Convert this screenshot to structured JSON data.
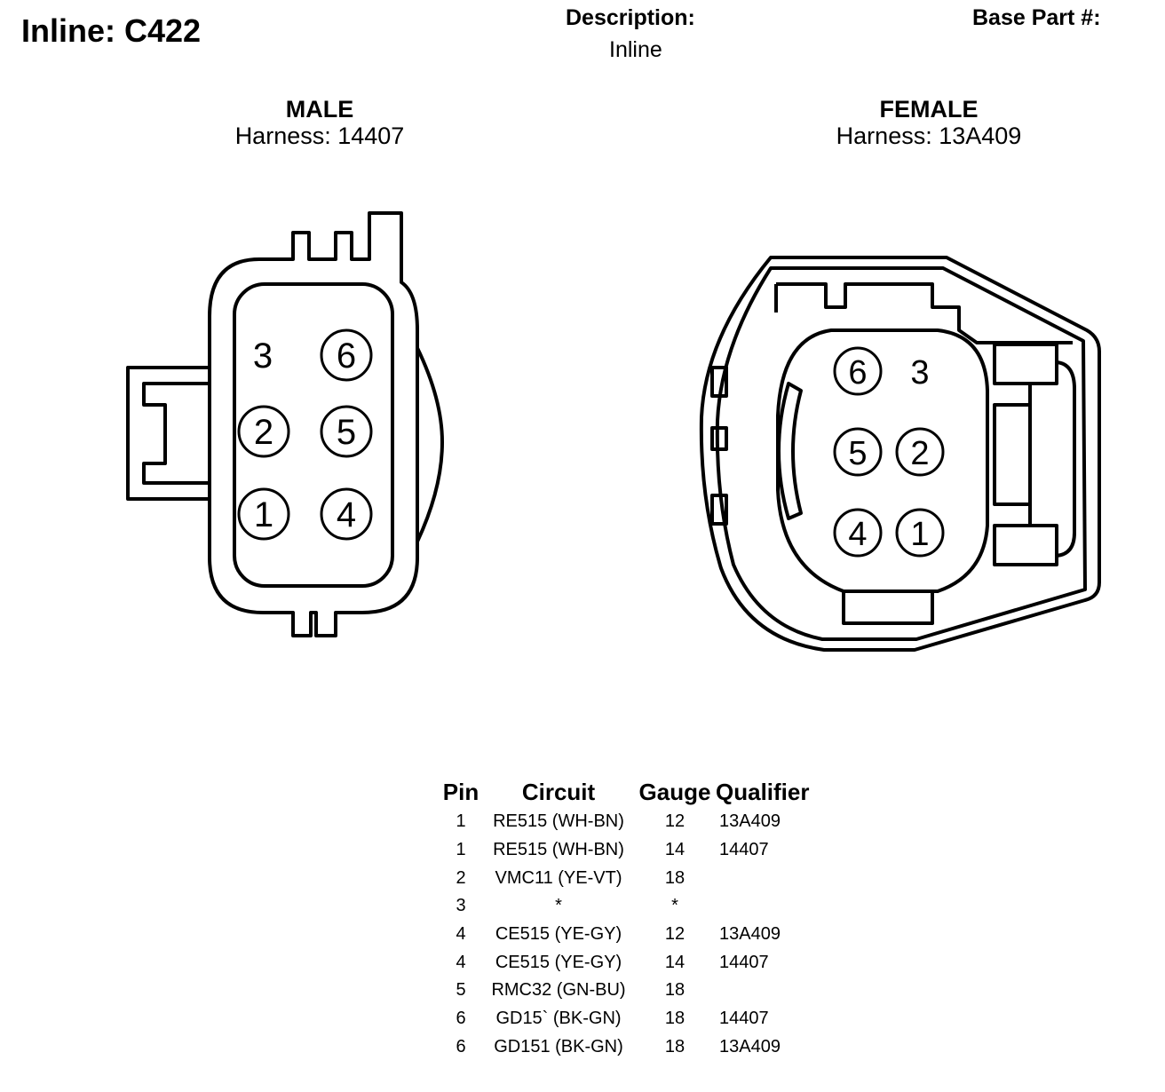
{
  "header": {
    "title": "Inline: C422",
    "description_label": "Description:",
    "description_value": "Inline",
    "base_part_label": "Base Part #:",
    "base_part_value": ""
  },
  "male": {
    "title": "MALE",
    "harness": "Harness: 14407",
    "pins": [
      "3",
      "6",
      "2",
      "5",
      "1",
      "4"
    ]
  },
  "female": {
    "title": "FEMALE",
    "harness": "Harness: 13A409",
    "pins": [
      "6",
      "3",
      "5",
      "2",
      "4",
      "1"
    ]
  },
  "table": {
    "headers": [
      "Pin",
      "Circuit",
      "Gauge",
      "Qualifier"
    ],
    "rows": [
      [
        "1",
        "RE515 (WH-BN)",
        "12",
        "13A409"
      ],
      [
        "1",
        "RE515 (WH-BN)",
        "14",
        "14407"
      ],
      [
        "2",
        "VMC11 (YE-VT)",
        "18",
        ""
      ],
      [
        "3",
        "*",
        "*",
        ""
      ],
      [
        "4",
        "CE515 (YE-GY)",
        "12",
        "13A409"
      ],
      [
        "4",
        "CE515 (YE-GY)",
        "14",
        "14407"
      ],
      [
        "5",
        "RMC32 (GN-BU)",
        "18",
        ""
      ],
      [
        "6",
        "GD15` (BK-GN)",
        "18",
        "14407"
      ],
      [
        "6",
        "GD151 (BK-GN)",
        "18",
        "13A409"
      ]
    ]
  }
}
